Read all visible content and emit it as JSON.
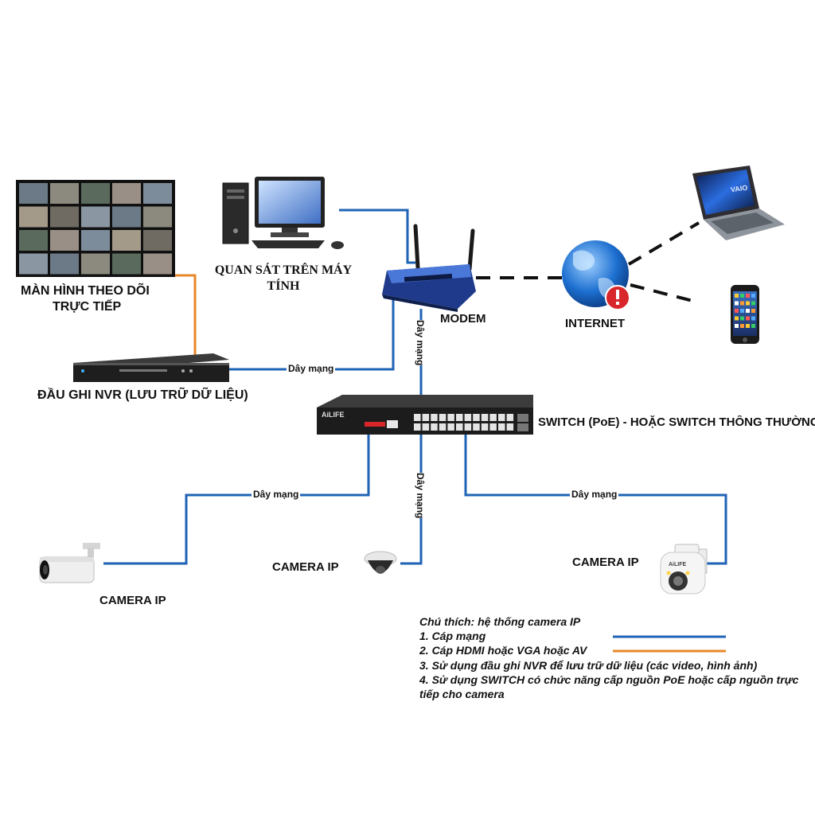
{
  "labels": {
    "monitor": [
      "MÀN HÌNH THEO DÕI",
      "TRỰC TIẾP"
    ],
    "pc": [
      "QUAN SÁT TRÊN MÁY",
      "TÍNH"
    ],
    "modem": "MODEM",
    "internet": "INTERNET",
    "nvr": "ĐẦU GHI NVR (LƯU TRỮ DỮ LIỆU)",
    "switch": "SWITCH (PoE)  - HOẶC SWITCH THÔNG THƯỜNG",
    "camera_left": "CAMERA IP",
    "camera_mid": "CAMERA IP",
    "camera_right": "CAMERA IP"
  },
  "brands": {
    "switch": "AiLIFE",
    "ptz": "AiLIFE",
    "laptop": "VAIO"
  },
  "cables": {
    "nvr_modem": "Dây mạng",
    "modem_switch": "Dây mạng",
    "switch_camera_left": "Dây mạng",
    "switch_camera_mid": "Dây mạng",
    "switch_camera_right": "Dây mạng"
  },
  "legend": {
    "title": "Chú thích: hệ thống camera IP",
    "item1": "1. Cáp mạng",
    "item2": "2. Cáp HDMI hoặc VGA hoặc AV",
    "item3": "3. Sử dụng đầu ghi NVR để lưu trữ dữ liệu (các video, hình ảnh)",
    "item4_line1": "4. Sử dụng SWITCH có chức năng cấp nguồn PoE hoặc cấp nguồn trực",
    "item4_line2": "tiếp cho camera"
  },
  "colors": {
    "network_cable": "#1f63b5",
    "hdmi_cable": "#e8872a",
    "internet_link": "#111111",
    "alert": "#d8262b"
  },
  "icons": {
    "monitor": "cctv-grid-monitor-icon",
    "pc": "desktop-computer-icon",
    "modem": "wifi-router-icon",
    "internet": "globe-warning-icon",
    "laptop": "laptop-icon",
    "phone": "smartphone-icon",
    "nvr": "nvr-recorder-icon",
    "switch": "poe-switch-icon",
    "camera_bullet": "bullet-camera-icon",
    "camera_dome": "dome-camera-icon",
    "camera_ptz": "ptz-camera-icon"
  }
}
